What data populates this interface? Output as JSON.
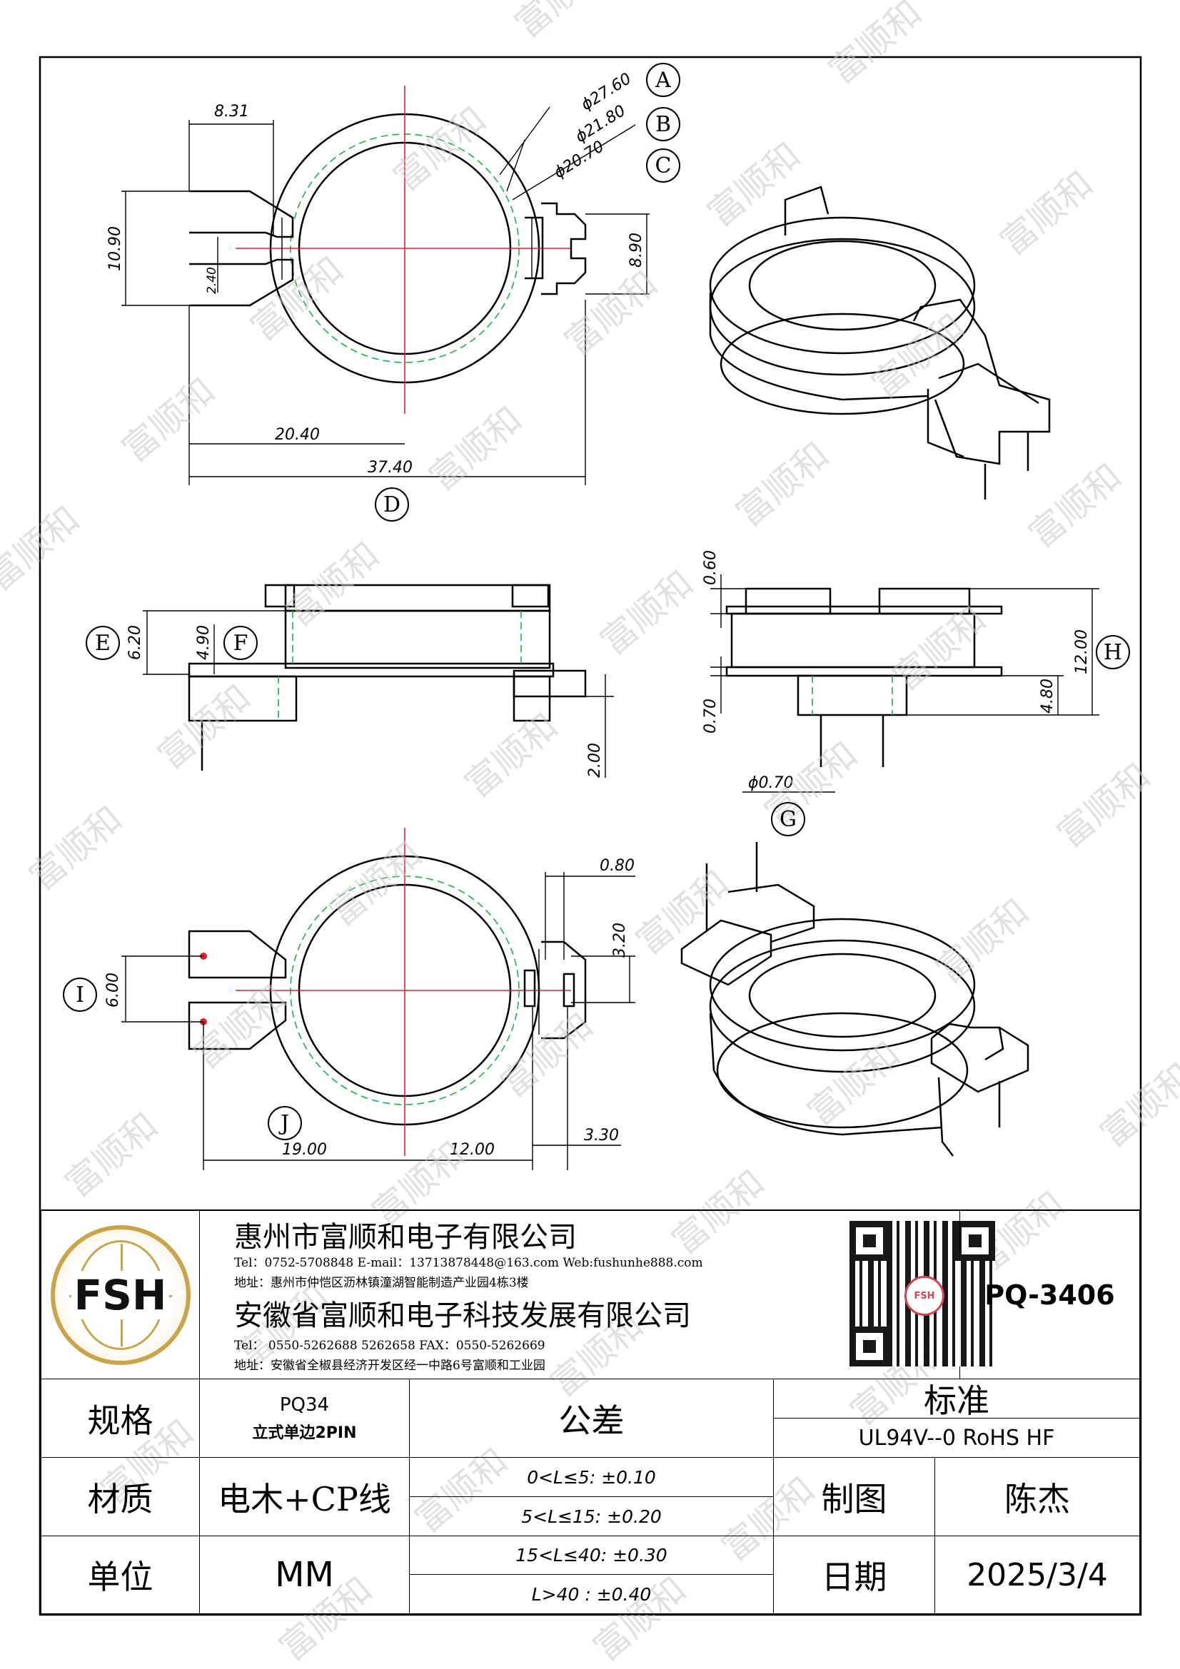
{
  "dimensions": {
    "d_a": "ɸ27.60",
    "d_b": "ɸ21.80",
    "d_c": "ɸ20.70",
    "w_831": "8.31",
    "h_1090": "10.90",
    "h_240": "2.40",
    "h_890": "8.90",
    "w_2040": "20.40",
    "w_3740": "37.40",
    "h_620": "6.20",
    "h_490": "4.90",
    "h_200": "2.00",
    "h_060": "0.60",
    "h_070": "0.70",
    "h_1200": "12.00",
    "h_480": "4.80",
    "pin_d": "ɸ0.70",
    "w_080": "0.80",
    "h_320": "3.20",
    "h_600": "6.00",
    "w_1900": "19.00",
    "w_1200": "12.00",
    "w_330": "3.30"
  },
  "callouts": {
    "A": "A",
    "B": "B",
    "C": "C",
    "D": "D",
    "E": "E",
    "F": "F",
    "G": "G",
    "H": "H",
    "I": "I",
    "J": "J"
  },
  "watermark": "富顺和",
  "company": {
    "logo_text": "FSH",
    "name1": "惠州市富顺和电子有限公司",
    "tel1": "Tel：0752-5708848  E-mail：13713878448@163.com  Web:fushunhe888.com",
    "addr1": "地址：惠州市仲恺区沥林镇潼湖智能制造产业园4栋3楼",
    "name2": "安徽省富顺和电子科技发展有限公司",
    "tel2": "Tel：  0550-5262688  5262658      FAX：0550-5262669",
    "addr2": "地址：安徽省全椒县经济开发区经一中路6号富顺和工业园",
    "qr_badge": "FSH",
    "part_no": "PQ-3406"
  },
  "table": {
    "spec_label": "规格",
    "spec_value1": "PQ34",
    "spec_value2": "立式单边2PIN",
    "tolerance_label": "公差",
    "standard_label": "标准",
    "standard_value": "UL94V--0  RoHS HF",
    "material_label": "材质",
    "material_value": "电木+CP线",
    "tol1": "0<L≤5: ±0.10",
    "tol2": "5<L≤15: ±0.20",
    "tol3": "15<L≤40: ±0.30",
    "tol4": "L>40 :  ±0.40",
    "drawn_label": "制图",
    "drawn_value": "陈杰",
    "unit_label": "单位",
    "unit_value": "MM",
    "date_label": "日期",
    "date_value": "2025/3/4"
  },
  "colors": {
    "outline": "#000000",
    "hidden": "#19b34a",
    "center": "#e0242a",
    "watermark": "#c9c9c9"
  }
}
